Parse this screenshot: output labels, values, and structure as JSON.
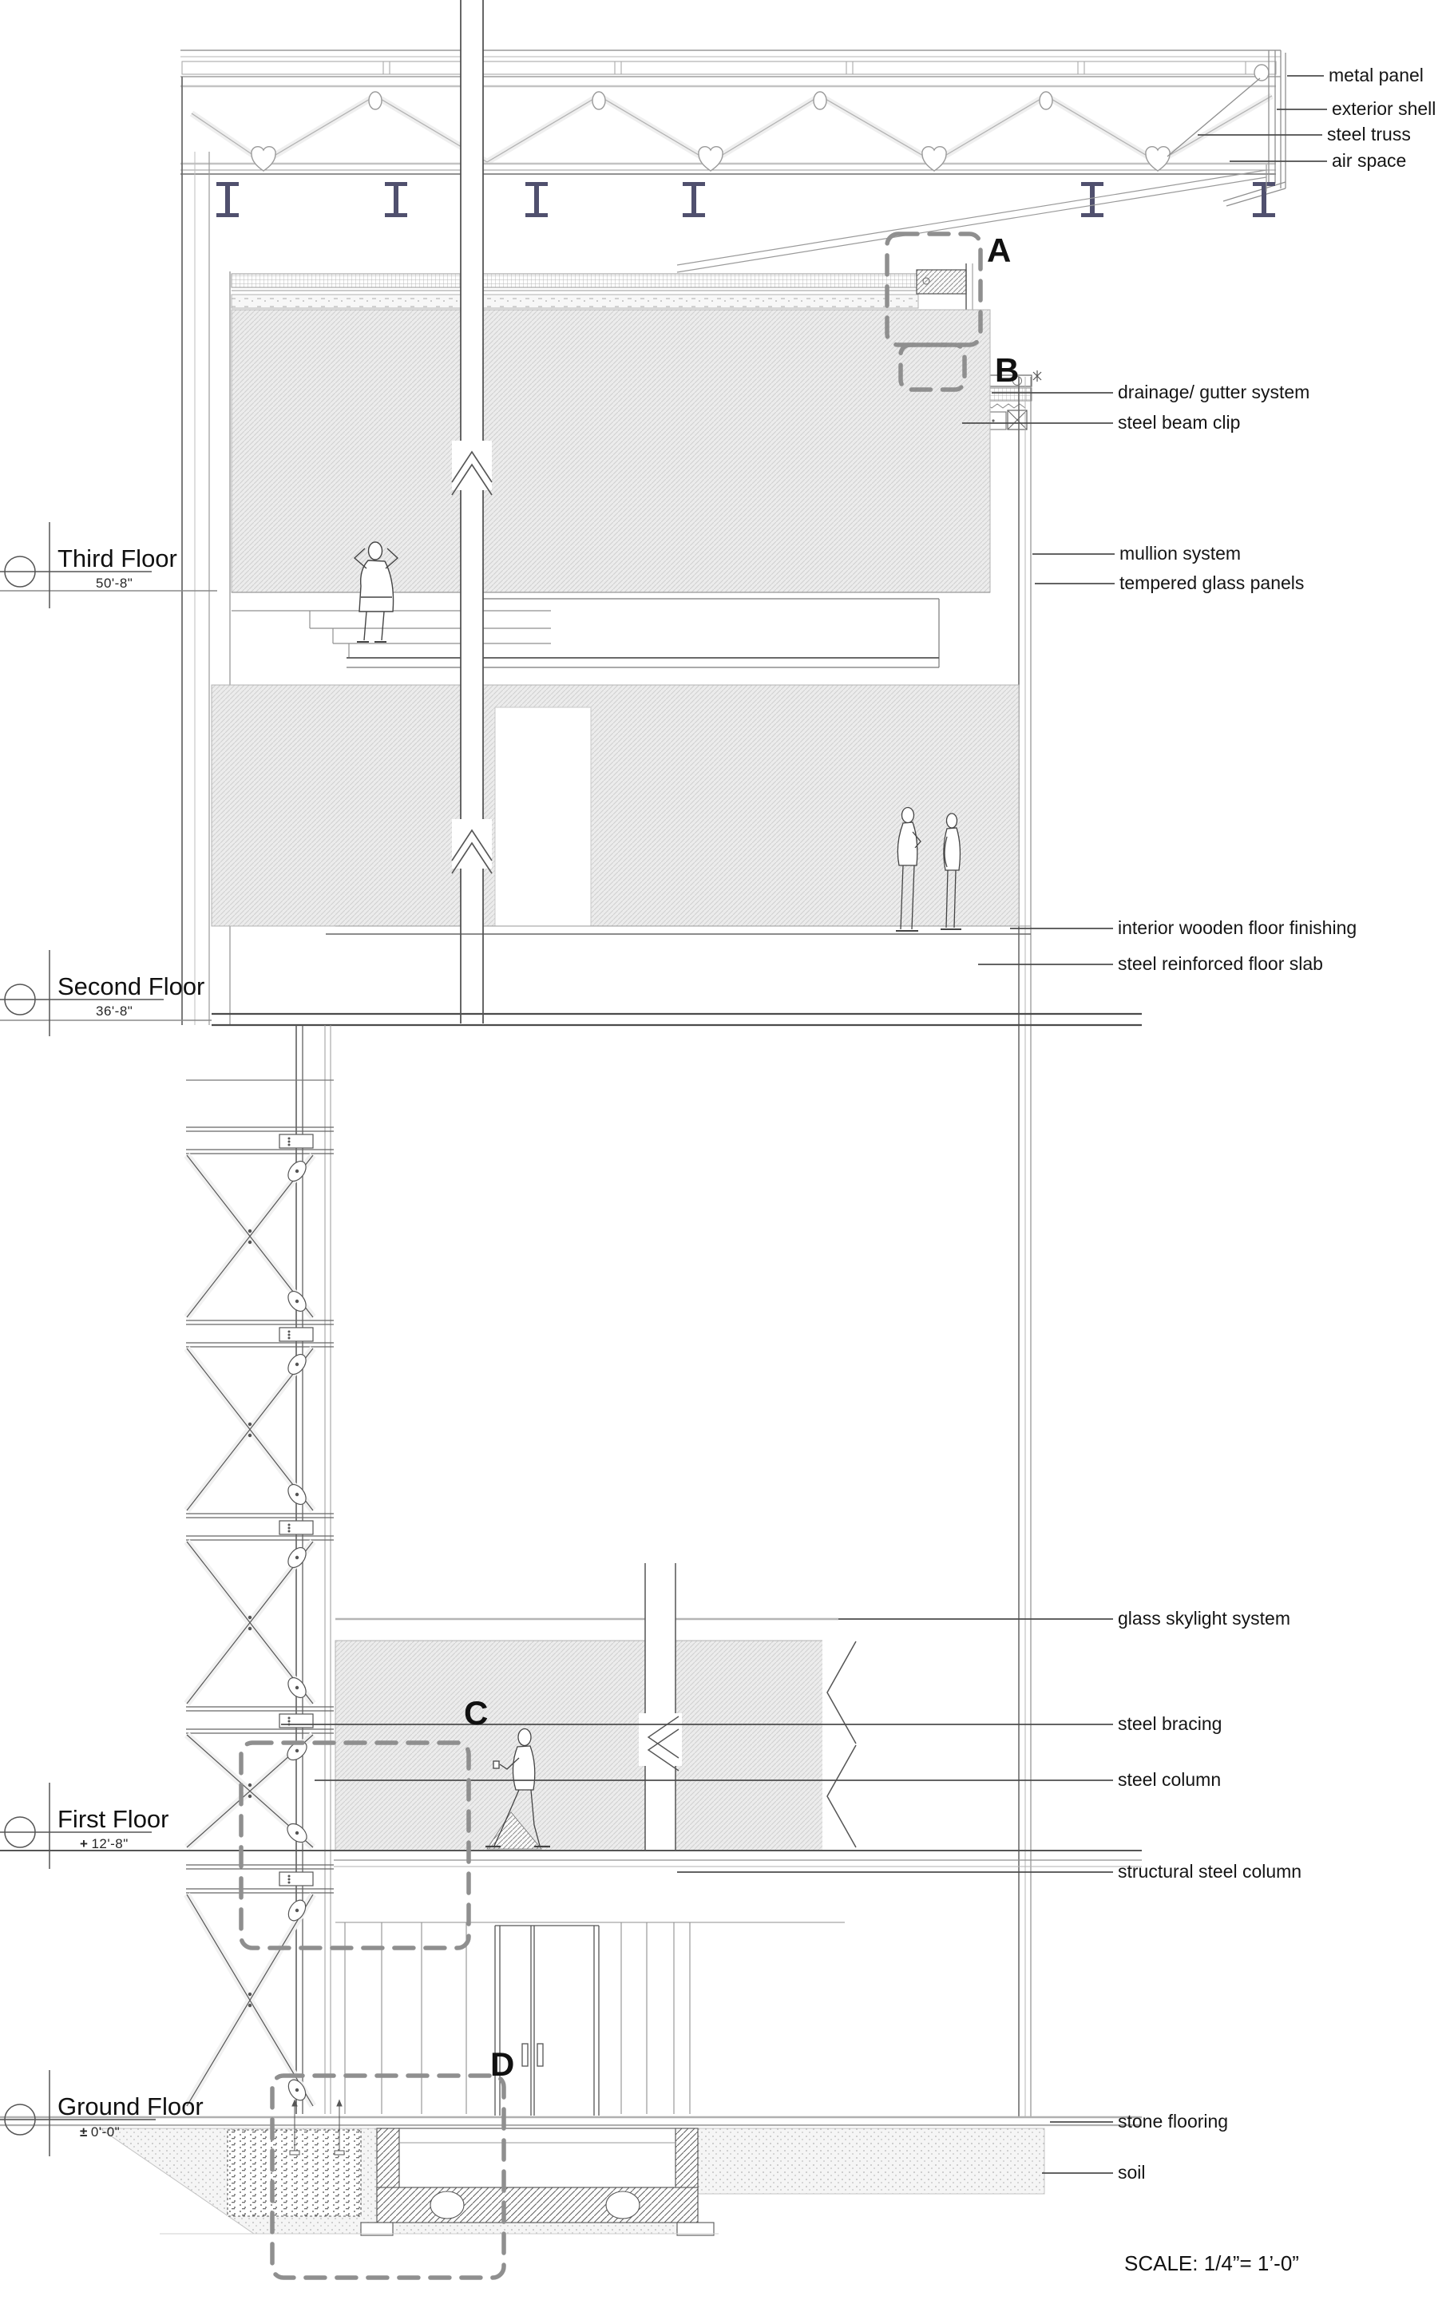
{
  "drawing": {
    "type": "architectural wall section",
    "scale_note": "SCALE: 1/4”= 1’-0”"
  },
  "levels": {
    "third": {
      "name": "Third Floor",
      "elevation": "50'-8\""
    },
    "second": {
      "name": "Second Floor",
      "elevation": "36'-8\""
    },
    "first": {
      "name": "First Floor",
      "elevation": "12'-8\"",
      "prefix": "+"
    },
    "ground": {
      "name": "Ground Floor",
      "elevation": "0'-0\"",
      "prefix": "±"
    }
  },
  "callouts": {
    "a": "A",
    "b": "B",
    "c": "C",
    "d": "D"
  },
  "labels": {
    "metal_panel": "metal panel",
    "exterior_shell": "exterior shell",
    "steel_truss": "steel truss",
    "air_space": "air space",
    "drainage_gutter": "drainage/ gutter system",
    "steel_beam_clip": "steel beam clip",
    "mullion_system": "mullion system",
    "tempered_glass": "tempered glass panels",
    "wood_floor": "interior wooden floor finishing",
    "floor_slab": "steel reinforced floor slab",
    "skylight": "glass skylight system",
    "steel_bracing": "steel bracing",
    "steel_column": "steel column",
    "structural_column": "structural steel column",
    "stone_flooring": "stone flooring",
    "soil": "soil"
  },
  "colors": {
    "line_dark": "#3a3a3a",
    "line_light": "#b5b5b5",
    "poche_fill": "#ececec",
    "ibeam": "#50506e",
    "callout_dash": "#8f8f8f"
  }
}
